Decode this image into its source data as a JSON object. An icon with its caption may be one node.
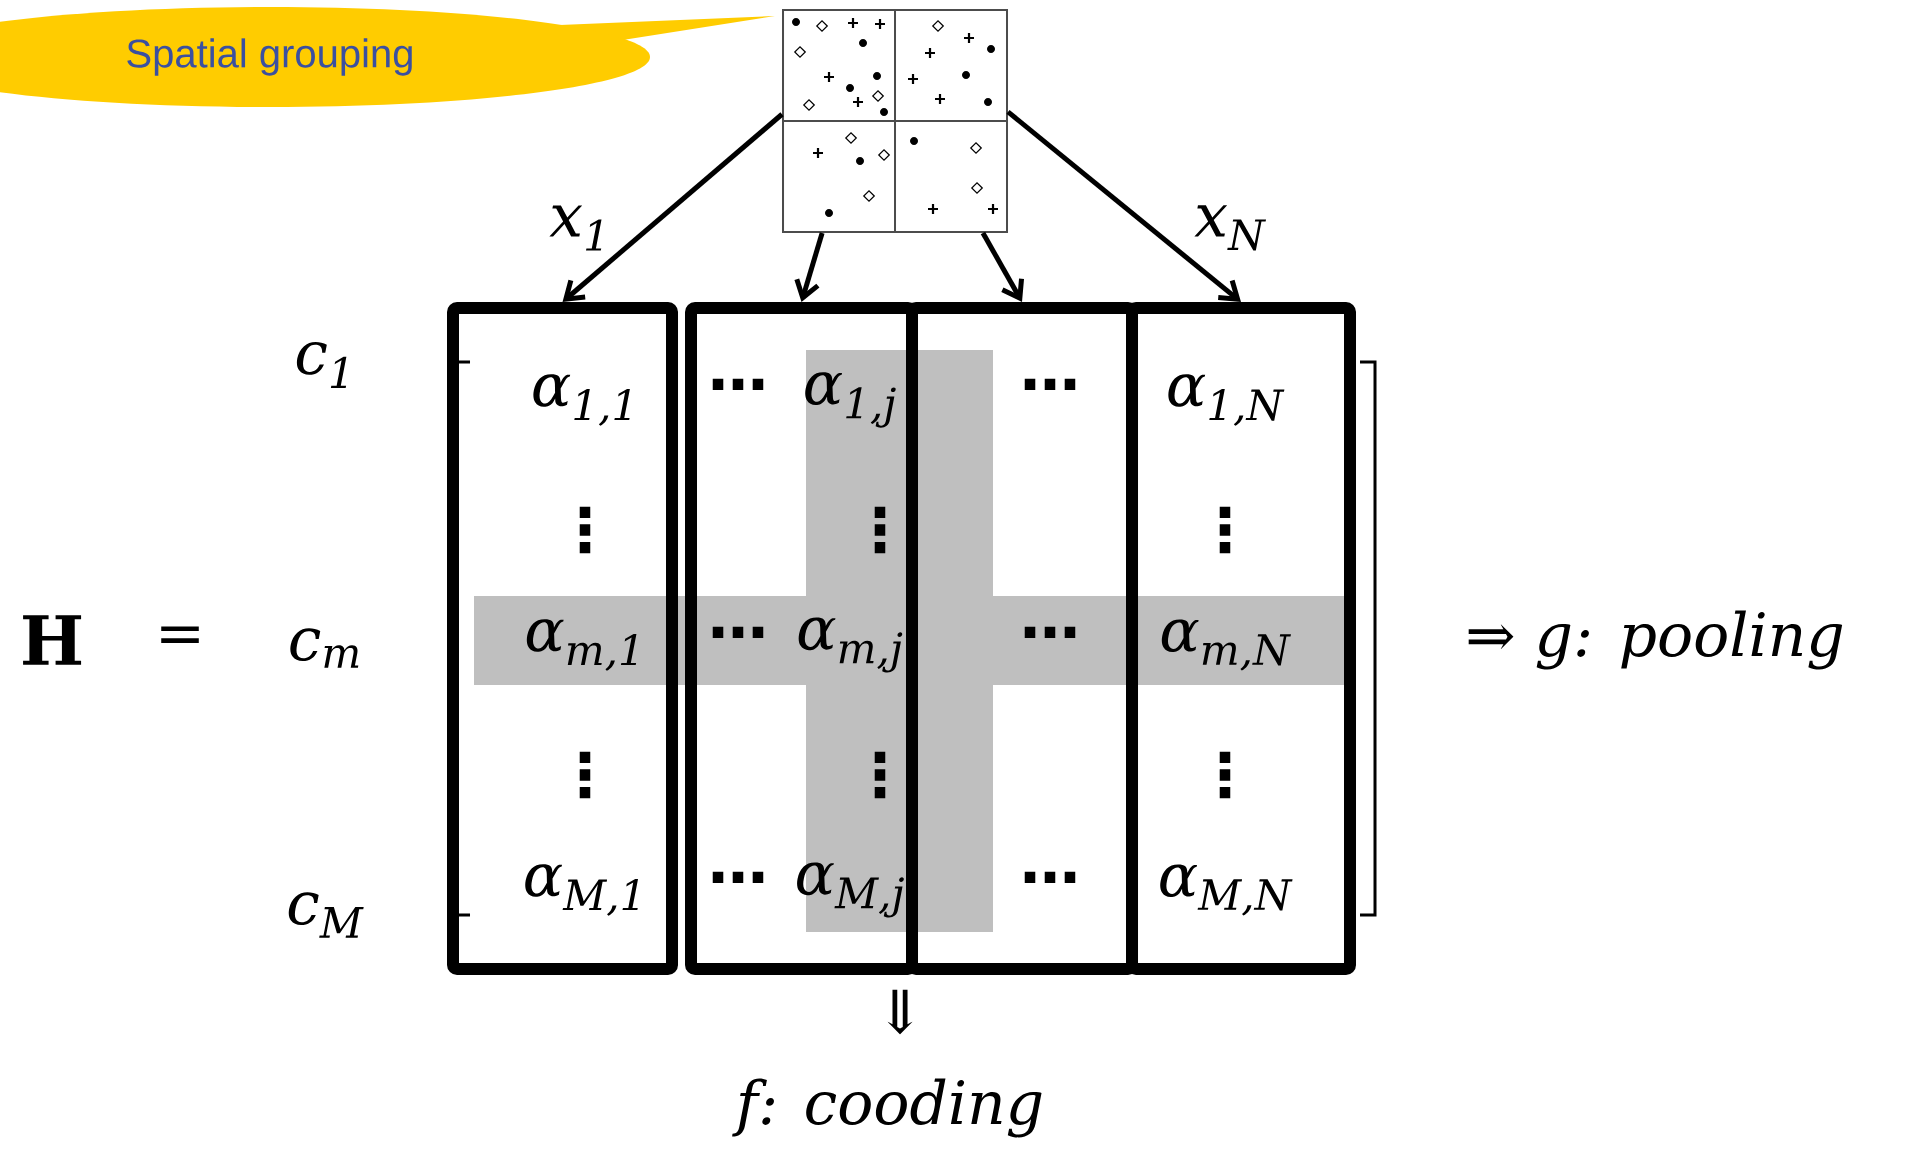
{
  "diagram": {
    "nodes": [
      {
        "text": [
          "Spatial grouping"
        ]
      },
      {
        "text": [],
        "shape": "box"
      },
      {
        "text": [],
        "shape": "box",
        "in": 1
      },
      {
        "text": [],
        "shape": "box",
        "in": 1
      },
      {
        "text": [],
        "shape": "box",
        "in": 1
      },
      {
        "text": [],
        "shape": "box",
        "in": 1
      },
      {
        "text": [],
        "shape": "box"
      },
      {
        "text": [],
        "shape": "box"
      },
      {
        "text": [],
        "shape": "box"
      },
      {
        "text": [],
        "shape": "box"
      }
    ],
    "edges": [
      {
        "from": 2,
        "to": 6,
        "arrow": "to",
        "label": "x$_{1}$"
      },
      {
        "from": 4,
        "to": 7,
        "arrow": "to"
      },
      {
        "from": 5,
        "to": 8,
        "arrow": "to"
      },
      {
        "from": 3,
        "to": 9,
        "arrow": "to",
        "label": "x$_{N}$"
      }
    ],
    "labels": [
      "c$_{1}$",
      "α$_{1,1}$",
      "⋯",
      "α$_{1,j}$",
      "⋯",
      "α$_{1,N}$",
      "⋮",
      "⋮",
      "⋮",
      "H",
      "=",
      "c$_{m}$",
      "α$_{m,1}$",
      "⋯",
      "α$_{m,j}$",
      "⋯",
      "α$_{m,N}$",
      "⇒ g: pooling",
      "⋮",
      "⋮",
      "⋮",
      "c$_{M}$",
      "α$_{M,1}$",
      "⋯",
      "α$_{M,j}$",
      "⋯",
      "α$_{M,N}$",
      "⇓",
      "f: cooding"
    ]
  }
}
